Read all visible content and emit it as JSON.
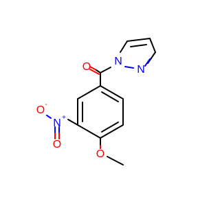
{
  "molecule": {
    "atoms": {
      "carbonyl_o": "O",
      "pyrazole_n1": "N",
      "pyrazole_n2": "N",
      "nitro_n": "N",
      "nitro_n_charge": "+",
      "nitro_o_minus": "O",
      "nitro_o_minus_charge": "-",
      "nitro_o_double": "O",
      "methoxy_o": "O"
    },
    "colors": {
      "bond": "#000000",
      "oxygen": "#ff0000",
      "nitrogen": "#0000ff"
    }
  }
}
